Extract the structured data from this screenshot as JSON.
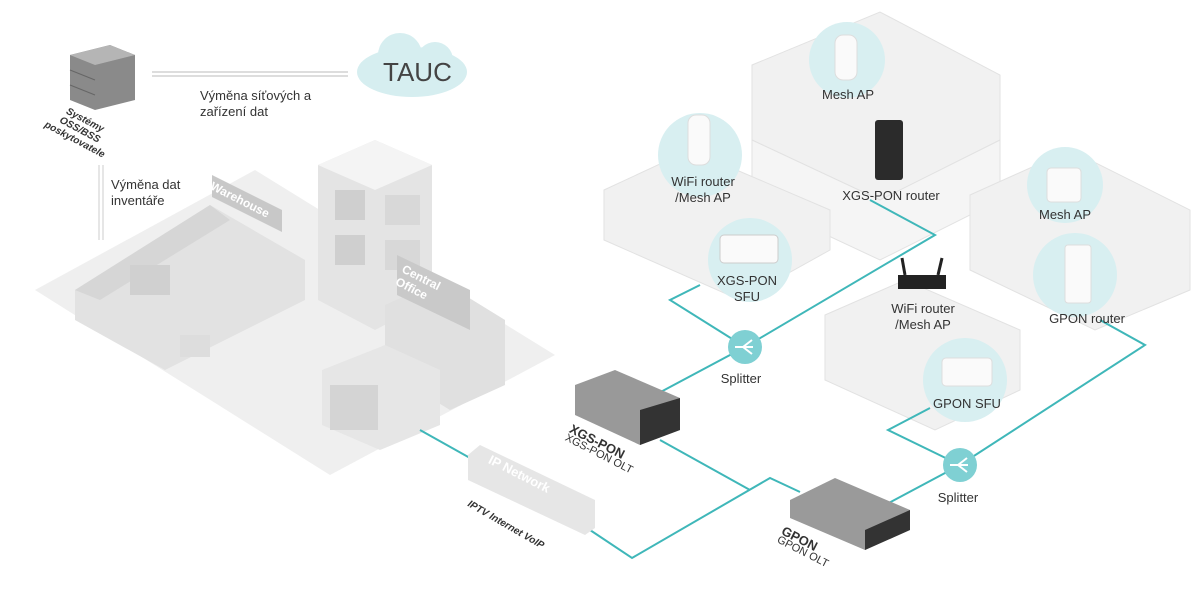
{
  "colors": {
    "link": "#3fb7b9",
    "glow": "#d3eef0",
    "building": "#ebebeb",
    "room": "#f2f2f2",
    "device_dark": "#3a3a3a"
  },
  "cloud": {
    "label": "TAUC"
  },
  "oss": {
    "label_lines": [
      "Systémy",
      "OSS/BSS",
      "poskytovatele"
    ]
  },
  "exchange": {
    "network_lines": [
      "Výměna síťových a",
      "zařízení dat"
    ],
    "inventory_lines": [
      "Výměna dat",
      "inventáře"
    ]
  },
  "buildings": {
    "warehouse": "Warehouse",
    "central_office_lines": [
      "Central",
      "Office"
    ]
  },
  "ip_network": {
    "label": "IP Network",
    "services": "IPTV Internet VoIP"
  },
  "olts": {
    "xgs": {
      "title": "XGS-PON",
      "subtitle": "XGS-PON OLT"
    },
    "gpon": {
      "title": "GPON",
      "subtitle": "GPON OLT"
    }
  },
  "splitters": [
    {
      "label": "Splitter"
    },
    {
      "label": "Splitter"
    }
  ],
  "devices": {
    "mesh_ap_top": "Mesh AP",
    "xgs_router": "XGS-PON router",
    "wifi_mesh_left": [
      "WiFi router",
      "/Mesh AP"
    ],
    "xgs_sfu": [
      "XGS-PON",
      "SFU"
    ],
    "mesh_ap_right": "Mesh AP",
    "gpon_router": "GPON router",
    "wifi_mesh_mid": [
      "WiFi router",
      "/Mesh AP"
    ],
    "gpon_sfu": "GPON SFU"
  }
}
